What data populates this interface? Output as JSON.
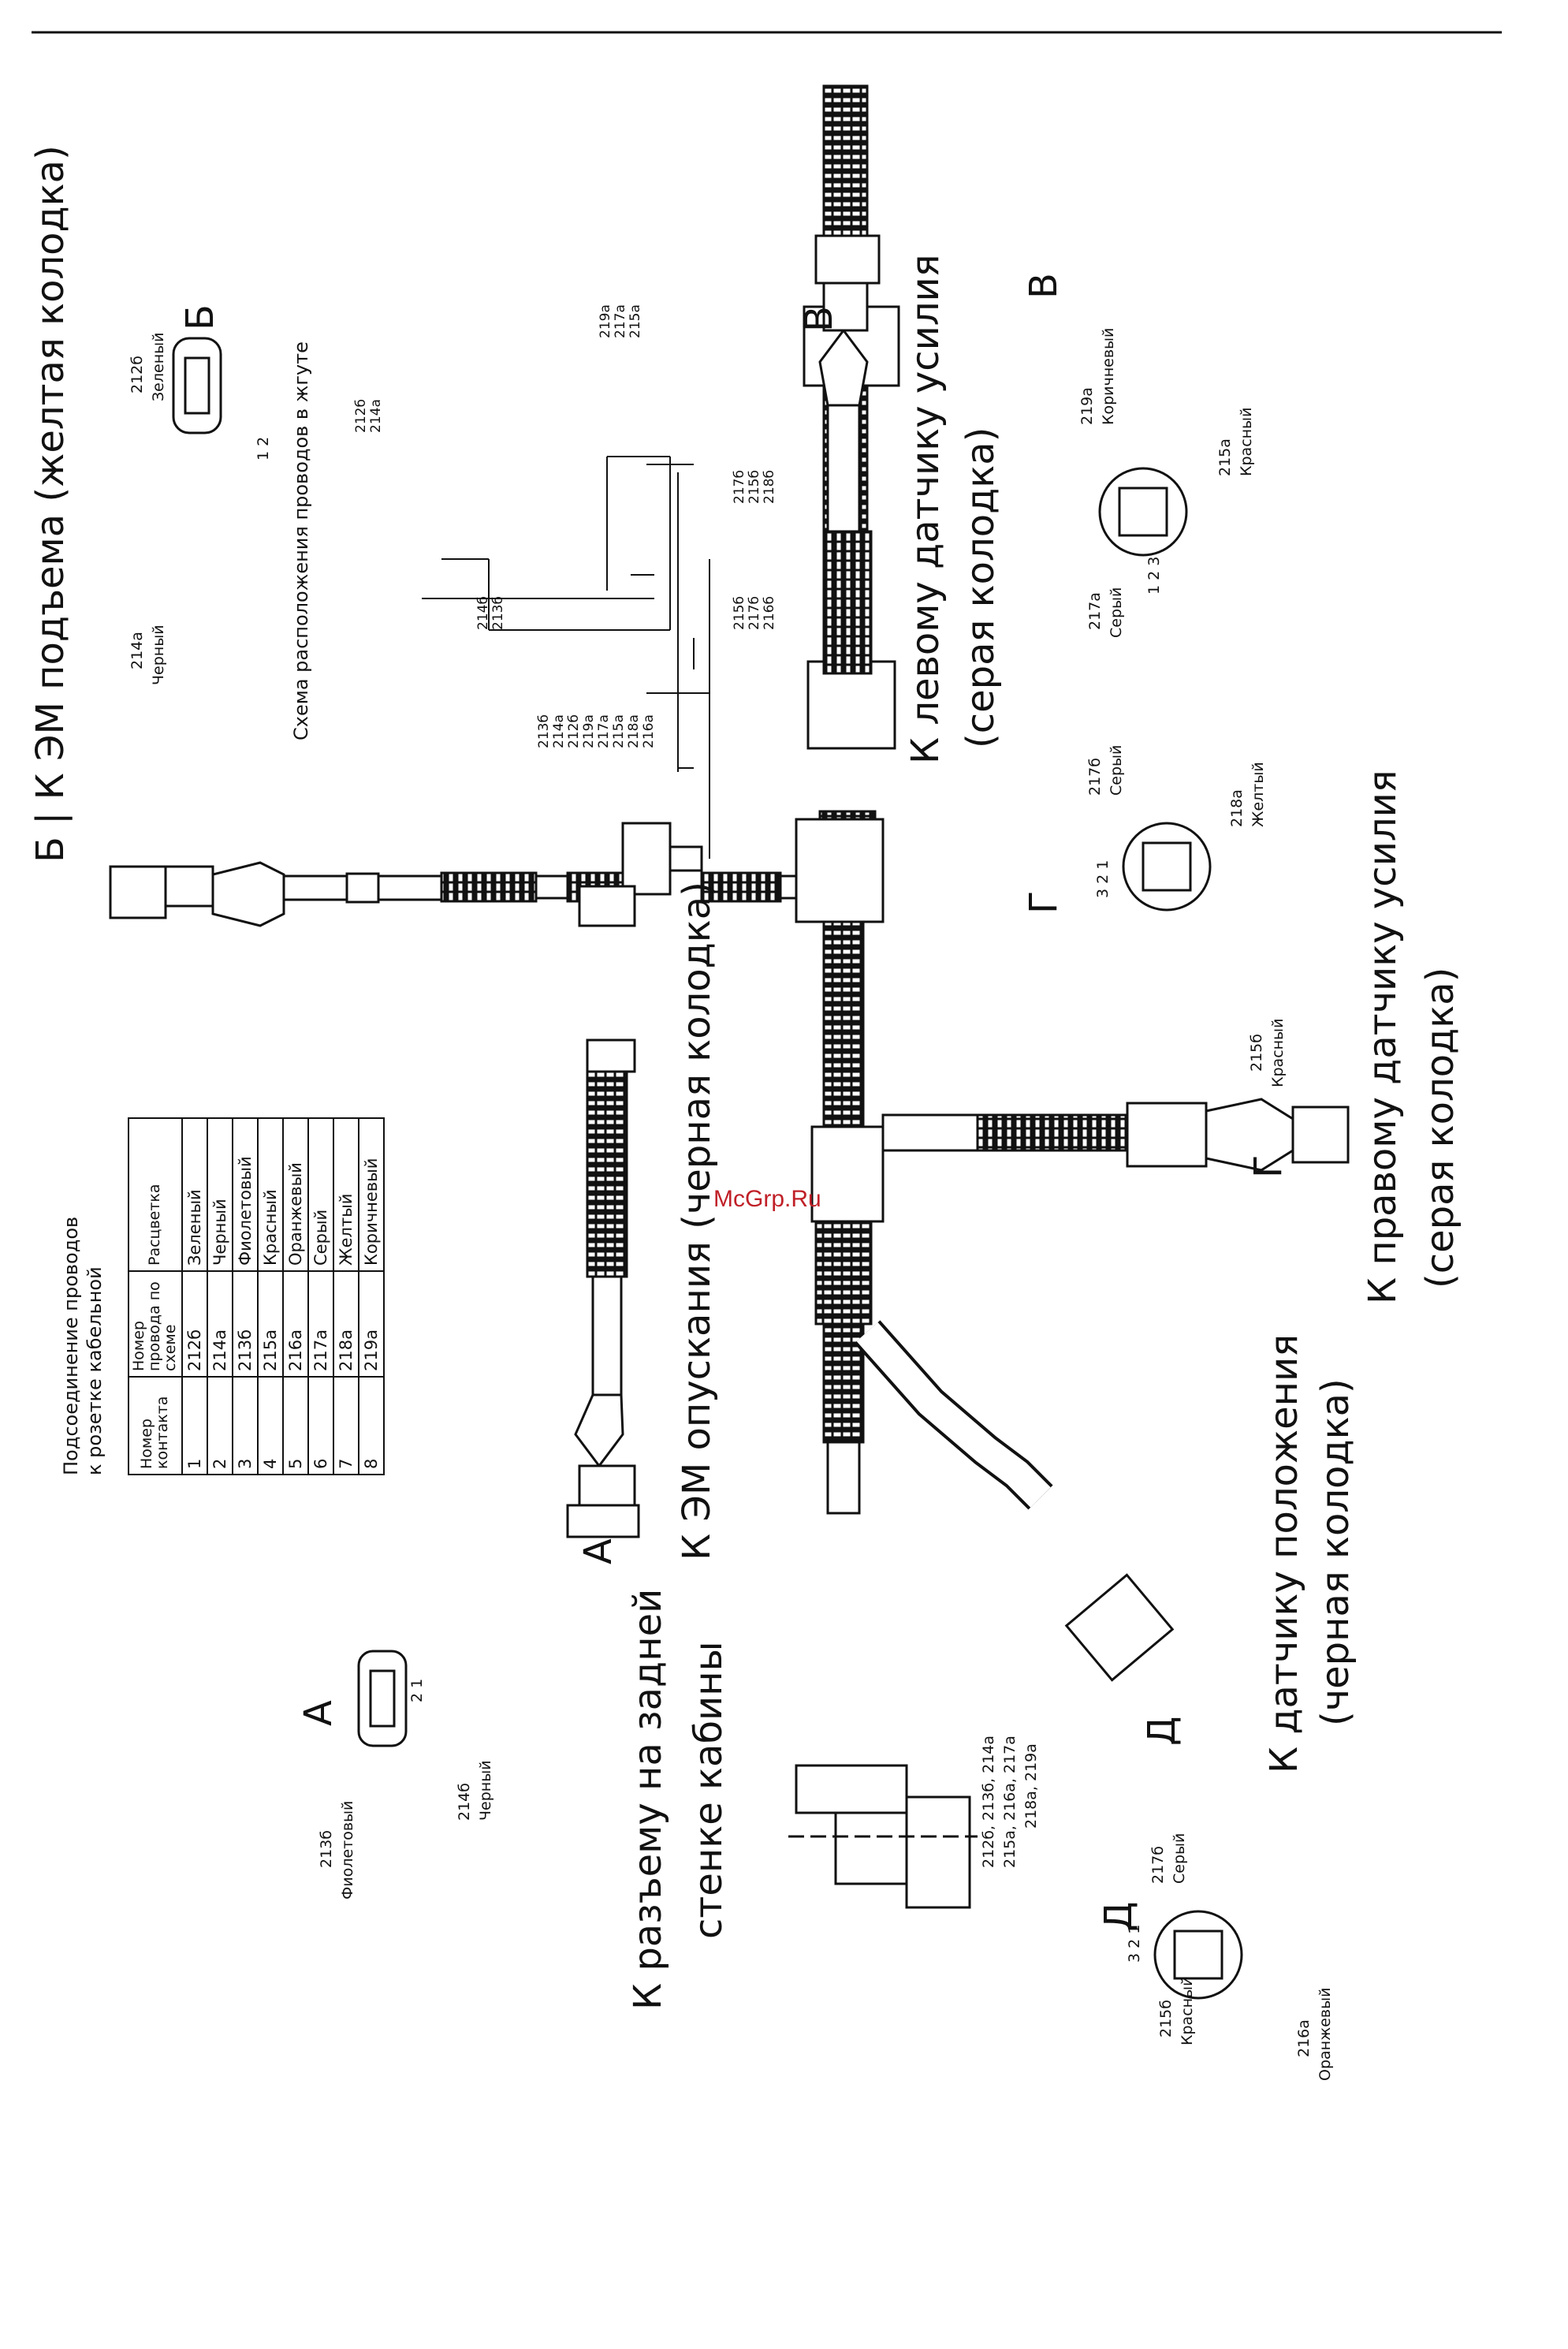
{
  "labels": {
    "b_title": "Б | К ЭМ подъема (желтая колодка)",
    "a_lower": "К ЭМ опускания (черная колодка)",
    "rear_line1": "К разъему на задней",
    "rear_line2": "стенке кабины",
    "left_sensor_line1": "К левому датчику усилия",
    "left_sensor_line2": "(серая колодка)",
    "right_sensor_line1": "К правому датчику усилия",
    "right_sensor_line2": "(серая колодка)",
    "position_line1": "К датчику положения",
    "position_line2": "(черная колодка)",
    "scheme_title": "Схема расположения проводов в жгуте"
  },
  "letters": {
    "A": "А",
    "B": "Б",
    "V": "В",
    "G": "Г",
    "D": "Д"
  },
  "connector_B": {
    "w1": "212б",
    "c1": "Зеленый",
    "w2": "214а",
    "c2": "Черный",
    "pins": "1  2"
  },
  "connector_A": {
    "w1": "213б",
    "c1": "Фиолетовый",
    "w2": "214б",
    "c2": "Черный",
    "pins": "2 1"
  },
  "connector_V": {
    "w1": "219а",
    "c1": "Коричневый",
    "w2": "215а",
    "c2": "Красный",
    "w3": "217а",
    "c3": "Серый",
    "pins": "1 2 3"
  },
  "connector_G": {
    "w1": "217б",
    "c1": "Серый",
    "w2": "218а",
    "c2": "Желтый",
    "w3": "215б",
    "c3": "Красный",
    "pins": "3 2 1"
  },
  "connector_D": {
    "w1": "217б",
    "c1": "Серый",
    "w2": "215б",
    "c2": "Красный",
    "w3": "216а",
    "c3": "Оранжевый",
    "pins": "3 2 1"
  },
  "main_connector_wires": {
    "line1": "212б, 213б, 214а",
    "line2": "215а, 216а, 217а",
    "line3": "218а, 219а"
  },
  "scheme": {
    "left_group": [
      "213б",
      "214а",
      "212б",
      "219а",
      "217а",
      "215а",
      "218а",
      "216а"
    ],
    "mid_group": [
      "214б",
      "213б"
    ],
    "top_left": [
      "212б",
      "214а"
    ],
    "top_right": [
      "219а",
      "217а",
      "215а"
    ],
    "right_a": [
      "217б",
      "215б",
      "218б"
    ],
    "right_b": [
      "215б",
      "217б",
      "216б"
    ]
  },
  "table": {
    "title_line1": "Подсоединение проводов",
    "title_line2": "к розетке кабельной",
    "headers": [
      "Номер контакта",
      "Номер провода по схеме",
      "Расцветка"
    ],
    "rows": [
      [
        "1",
        "212б",
        "Зеленый"
      ],
      [
        "2",
        "214а",
        "Черный"
      ],
      [
        "3",
        "213б",
        "Фиолетовый"
      ],
      [
        "4",
        "215а",
        "Красный"
      ],
      [
        "5",
        "216а",
        "Оранжевый"
      ],
      [
        "6",
        "217а",
        "Серый"
      ],
      [
        "7",
        "218а",
        "Желтый"
      ],
      [
        "8",
        "219а",
        "Коричневый"
      ]
    ]
  },
  "watermark": "McGrp.Ru"
}
